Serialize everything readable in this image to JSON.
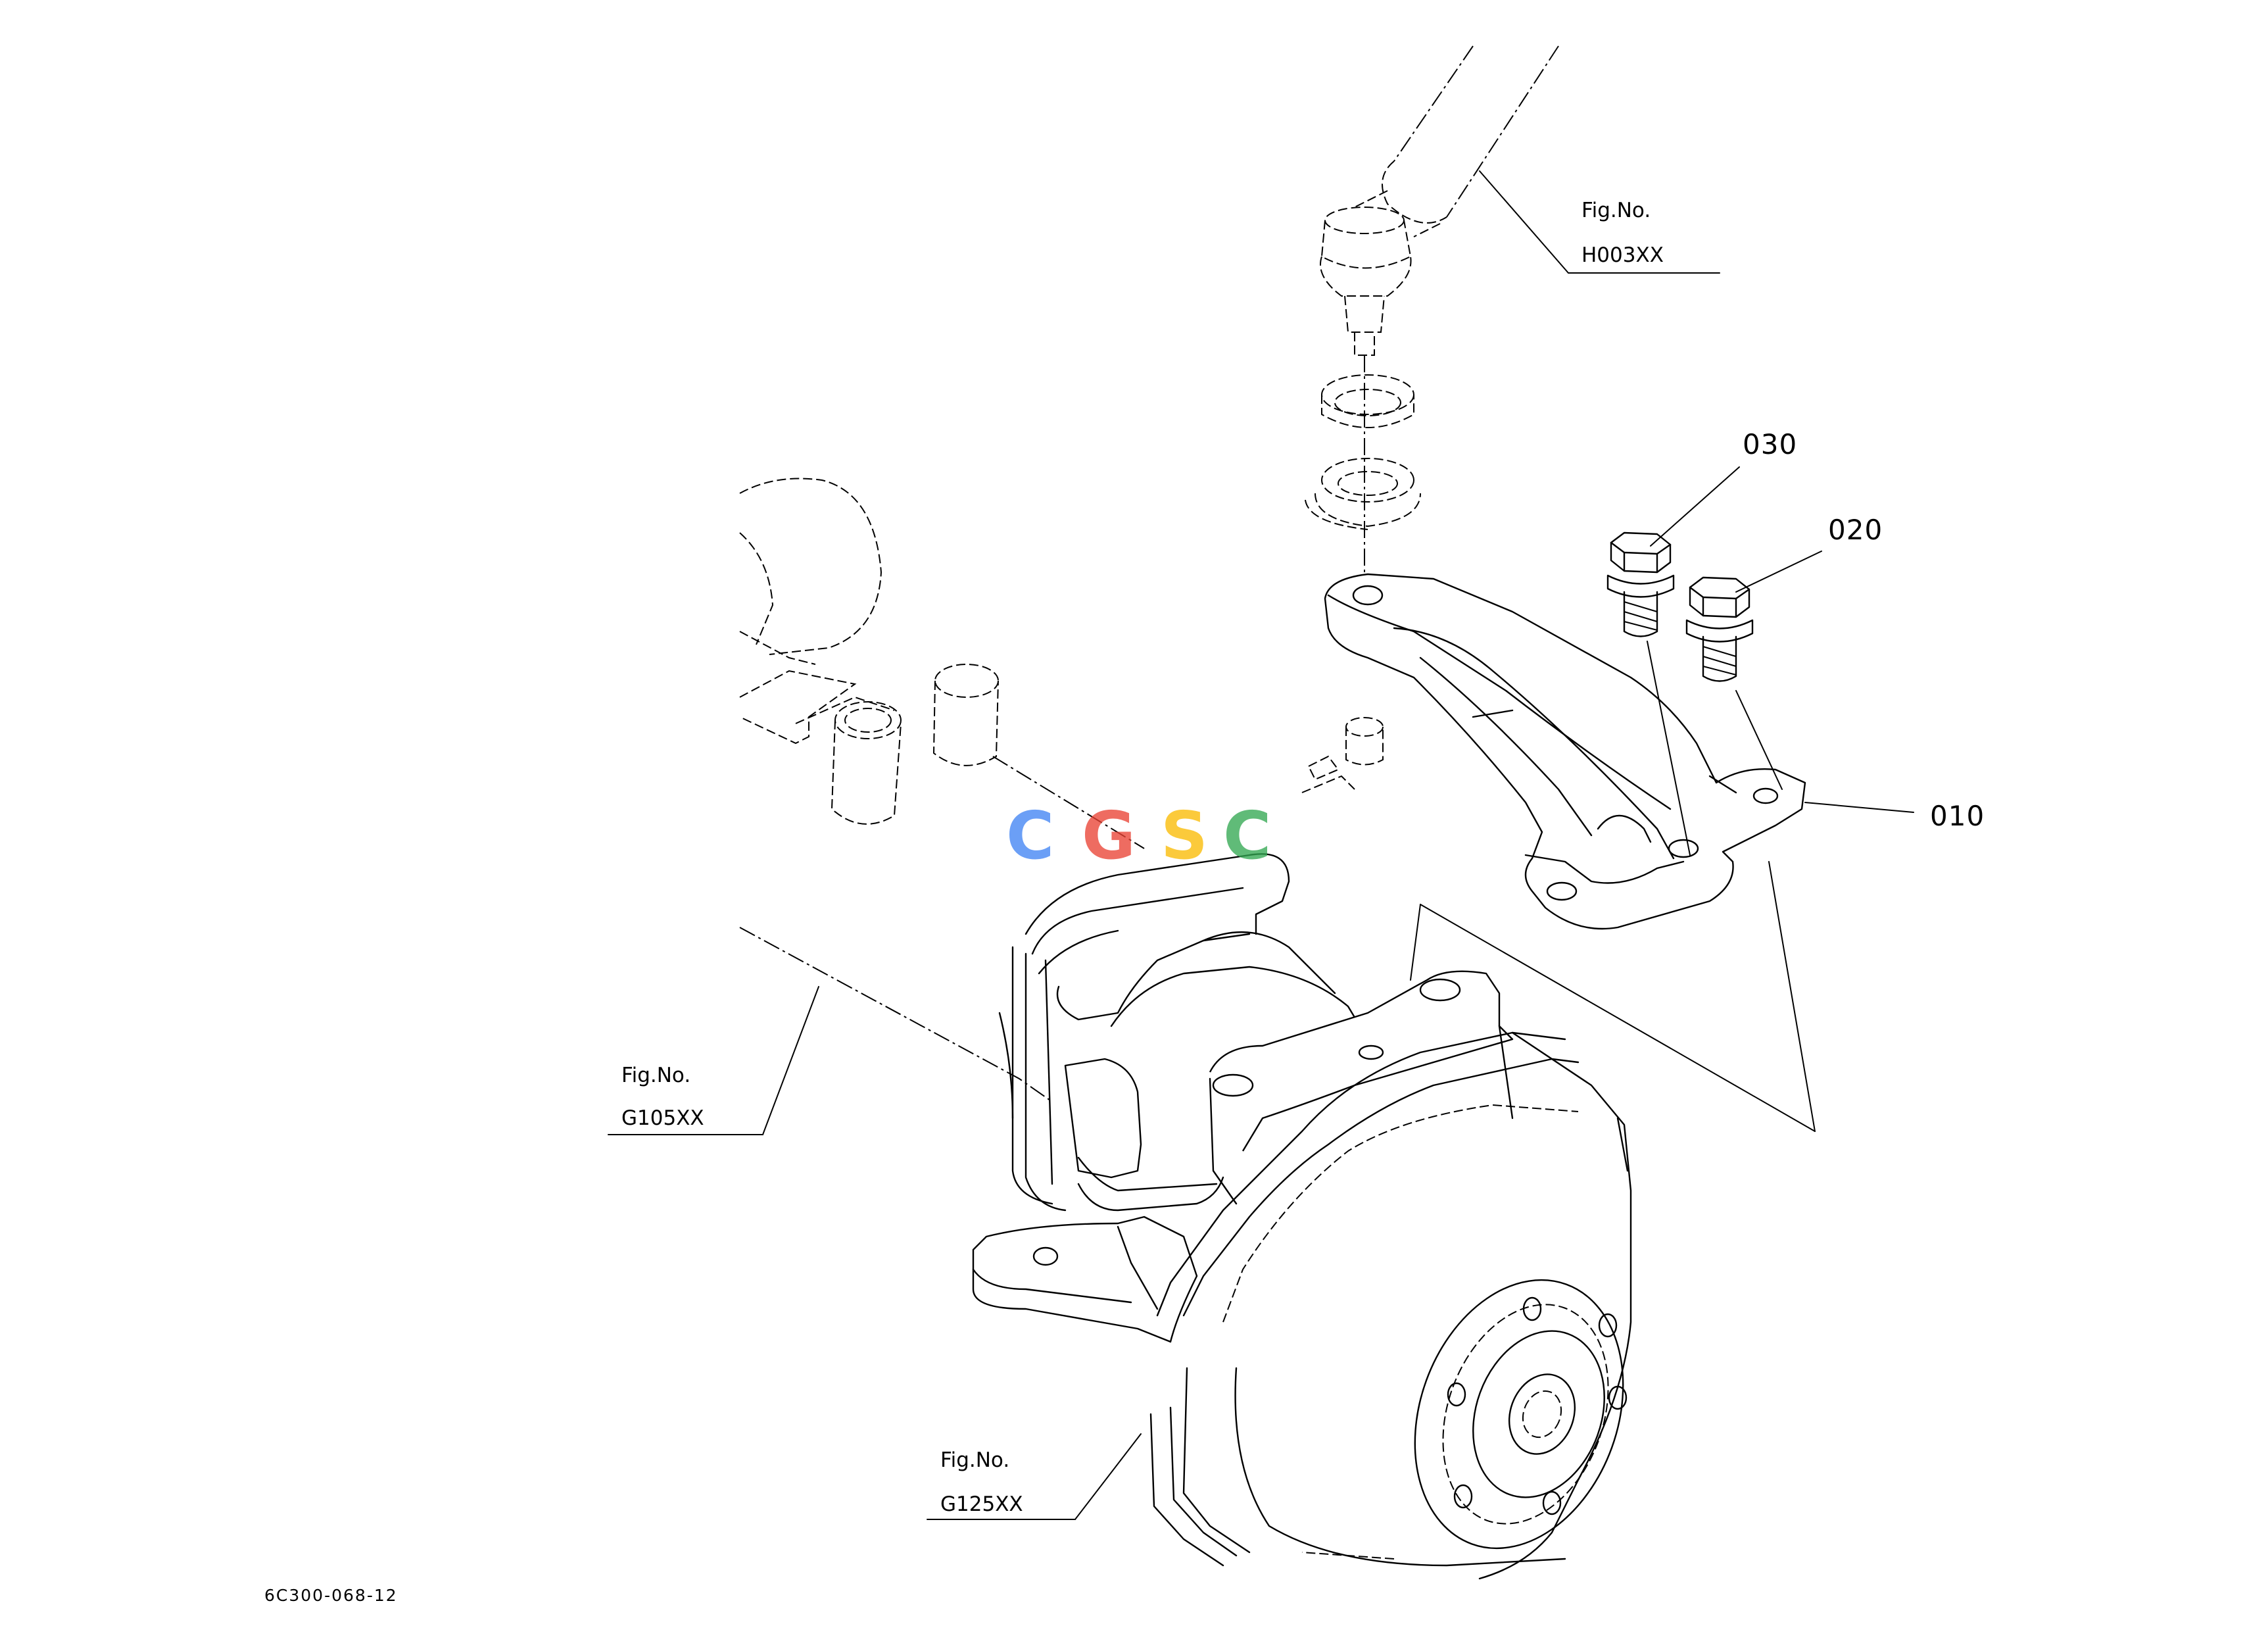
{
  "figure_refs": [
    {
      "line1": "Fig.No.",
      "line2": "H003XX"
    },
    {
      "line1": "Fig.No.",
      "line2": "G105XX"
    },
    {
      "line1": "Fig.No.",
      "line2": "G125XX"
    }
  ],
  "part_callouts": {
    "part_010": "010",
    "part_020": "020",
    "part_030": "030"
  },
  "diagram_code": "6C300-068-12",
  "watermark": {
    "letters": [
      {
        "char": "C",
        "color": "#4285F4"
      },
      {
        "char": "G",
        "color": "#EA4335"
      },
      {
        "char": "S",
        "color": "#FBBC05"
      },
      {
        "char": "C",
        "color": "#34A853"
      }
    ]
  }
}
